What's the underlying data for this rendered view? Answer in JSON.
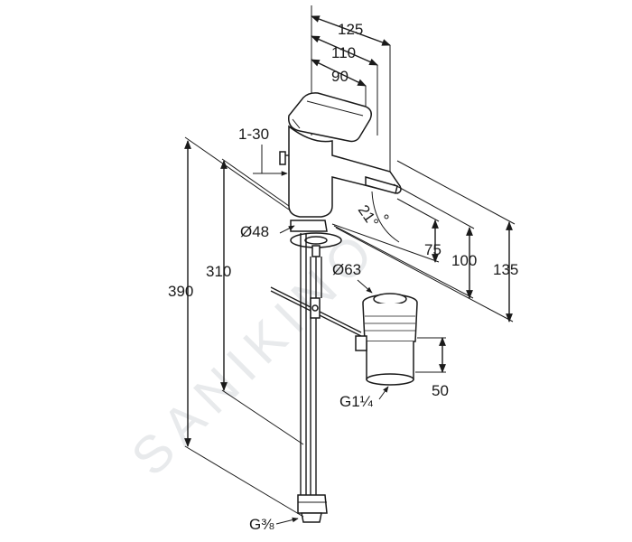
{
  "watermark": "SANIKINO",
  "dimensions": {
    "d125": "125",
    "d110": "110",
    "d90": "90",
    "d1_30": "1-30",
    "angle": "21°",
    "d48": "Ø48",
    "d75": "75",
    "d100": "100",
    "d135": "135",
    "d390": "390",
    "d310": "310",
    "d63": "Ø63",
    "d50": "50",
    "g114": "G1¼",
    "g38": "G⅜"
  }
}
